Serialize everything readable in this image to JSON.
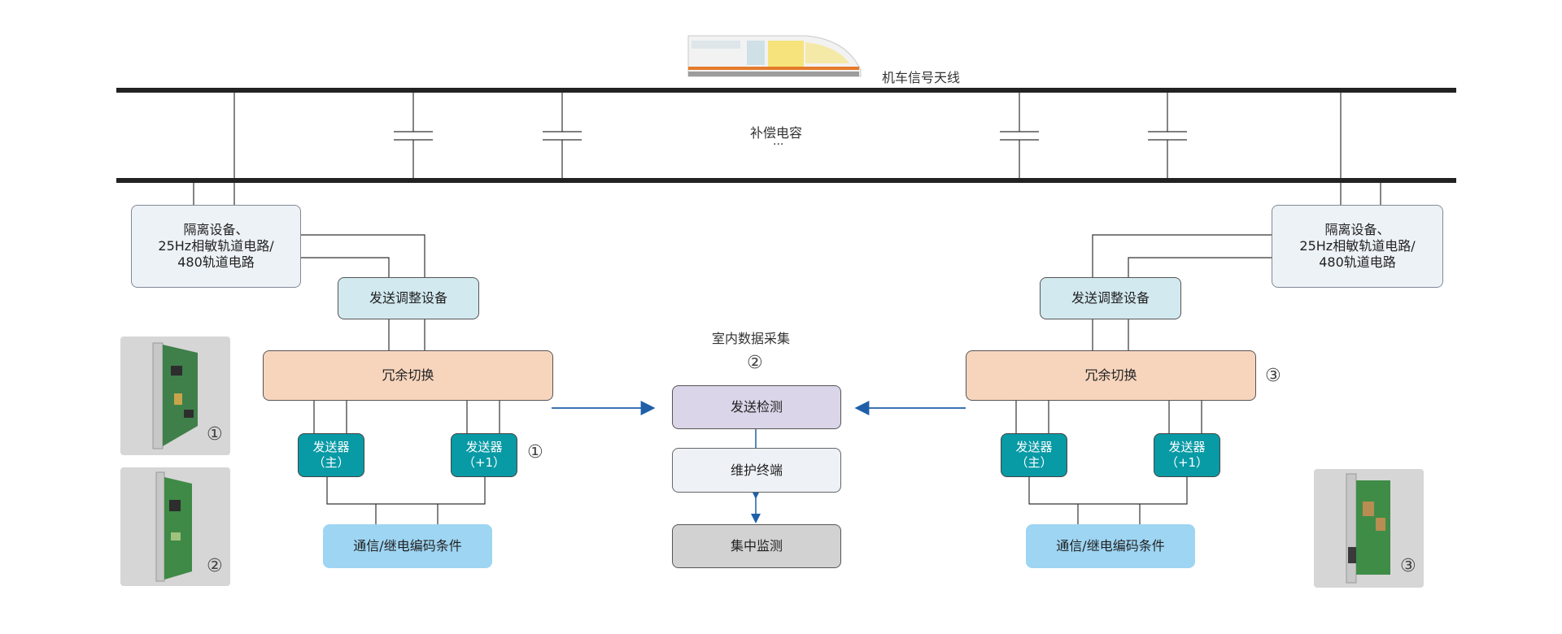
{
  "top": {
    "antenna_label": "机车信号天线",
    "capacitor_label": "补偿电容",
    "ellipsis": "···"
  },
  "left": {
    "isolation_box": "隔离设备、\n25Hz相敏轨道电路/\n480轨道电路",
    "adjust_box": "发送调整设备",
    "redundancy_box": "冗余切换",
    "tx_main": "发送器\n（主）",
    "tx_plus1": "发送器\n（+1）",
    "tx_marker": "①",
    "comm_box": "通信/继电编码条件",
    "photo1_marker": "①",
    "photo2_marker": "②"
  },
  "center": {
    "title": "室内数据采集",
    "marker": "②",
    "detect_box": "发送检测",
    "maint_box": "维护终端",
    "monitor_box": "集中监测"
  },
  "right": {
    "isolation_box": "隔离设备、\n25Hz相敏轨道电路/\n480轨道电路",
    "adjust_box": "发送调整设备",
    "redundancy_box": "冗余切换",
    "redundancy_marker": "③",
    "tx_main": "发送器\n（主）",
    "tx_plus1": "发送器\n（+1）",
    "comm_box": "通信/继电编码条件",
    "photo3_marker": "③"
  },
  "colors": {
    "rail": "#222222",
    "arrow_blue": "#1f5fa8",
    "tx_teal": "#089aa5",
    "redundancy_orange": "#f7d5bd",
    "comm_blue": "#9ed5f3"
  }
}
